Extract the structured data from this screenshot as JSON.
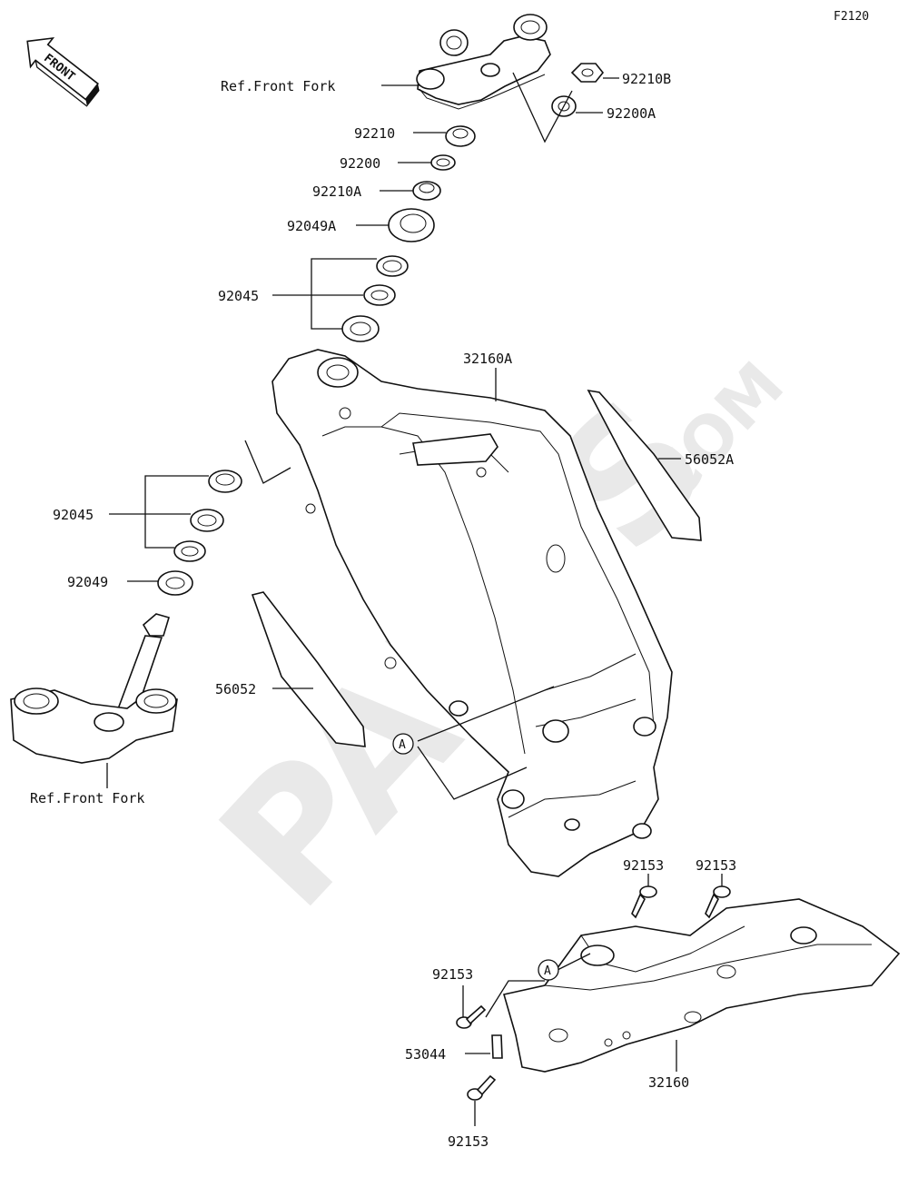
{
  "diagram_code": "F2120",
  "front_label": "FRONT",
  "watermark": {
    "main": "PARTS",
    "suffix": ".COM"
  },
  "callout_marker": "A",
  "labels": {
    "ref_front_fork_top": "Ref.Front Fork",
    "ref_front_fork_bottom": "Ref.Front Fork",
    "p92210B": "92210B",
    "p92200A": "92200A",
    "p92210": "92210",
    "p92200": "92200",
    "p92210A": "92210A",
    "p92049A": "92049A",
    "p92045_top": "92045",
    "p32160A": "32160A",
    "p56052A": "56052A",
    "p92045_bottom": "92045",
    "p92049": "92049",
    "p56052": "56052",
    "p92153_a": "92153",
    "p92153_b": "92153",
    "p92153_c": "92153",
    "p53044": "53044",
    "p32160": "32160",
    "p92153_d": "92153"
  }
}
